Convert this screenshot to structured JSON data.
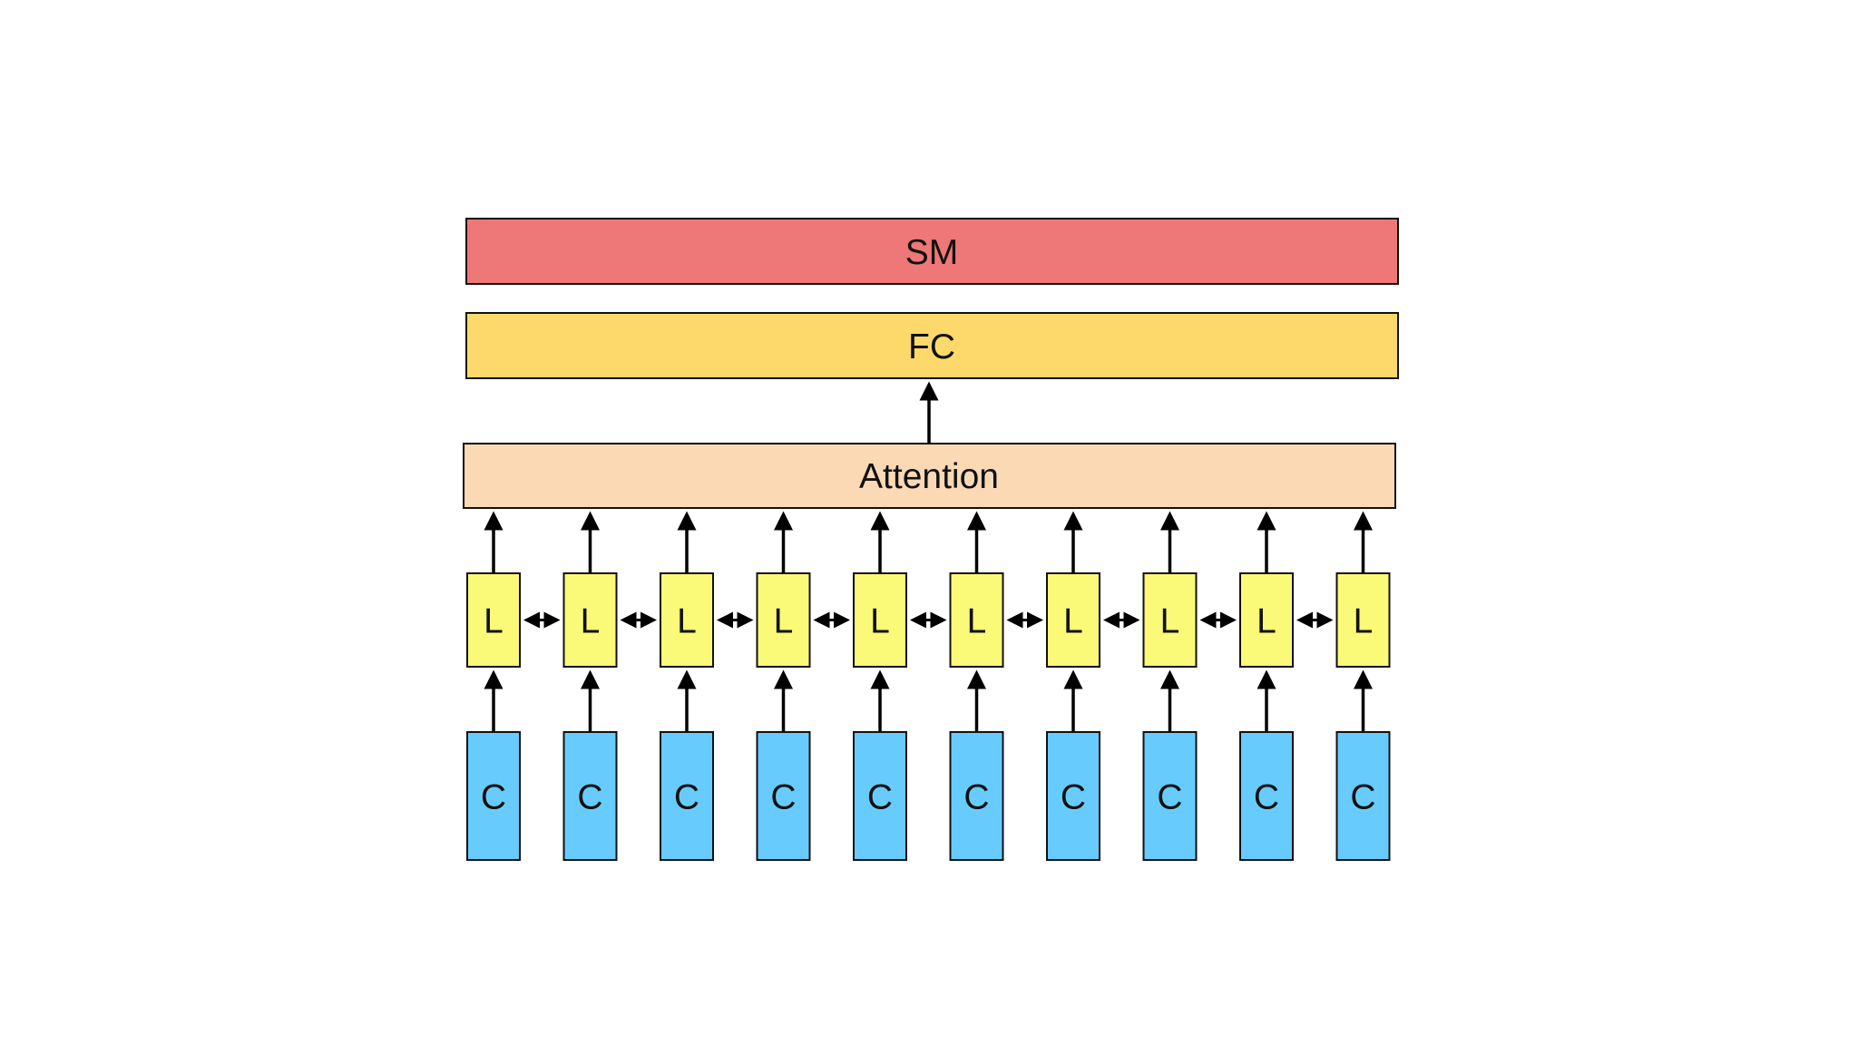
{
  "diagram": {
    "layers": {
      "softmax": {
        "label": "SM",
        "color": "#ee7777"
      },
      "fully_connected": {
        "label": "FC",
        "color": "#fdd96b"
      },
      "attention": {
        "label": "Attention",
        "color": "#fcd9b5"
      }
    },
    "lstm": {
      "label": "L",
      "color": "#fbfa78",
      "count": 10,
      "bidirectional": true
    },
    "cnn": {
      "label": "C",
      "color": "#67ccfd",
      "count": 10
    },
    "stroke_color": "#111111",
    "arrow_color": "#000000"
  }
}
